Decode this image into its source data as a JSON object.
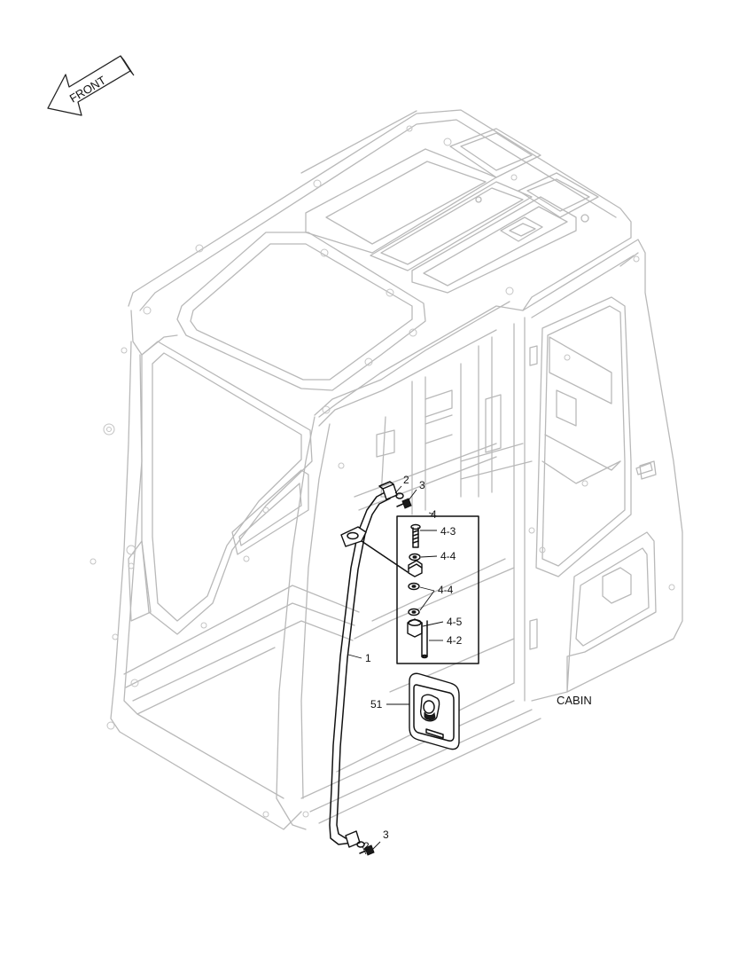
{
  "direction_marker": {
    "text": "FRONT"
  },
  "assembly_label": "CABIN",
  "callouts": {
    "c1": "1",
    "c2_top": "2",
    "c3_top": "3",
    "c4": "4",
    "c4_3": "4-3",
    "c4_4a": "4-4",
    "c4_4b": "4-4",
    "c4_5": "4-5",
    "c4_2": "4-2",
    "c51": "51",
    "c2_bottom": "2",
    "c3_bottom": "3"
  }
}
